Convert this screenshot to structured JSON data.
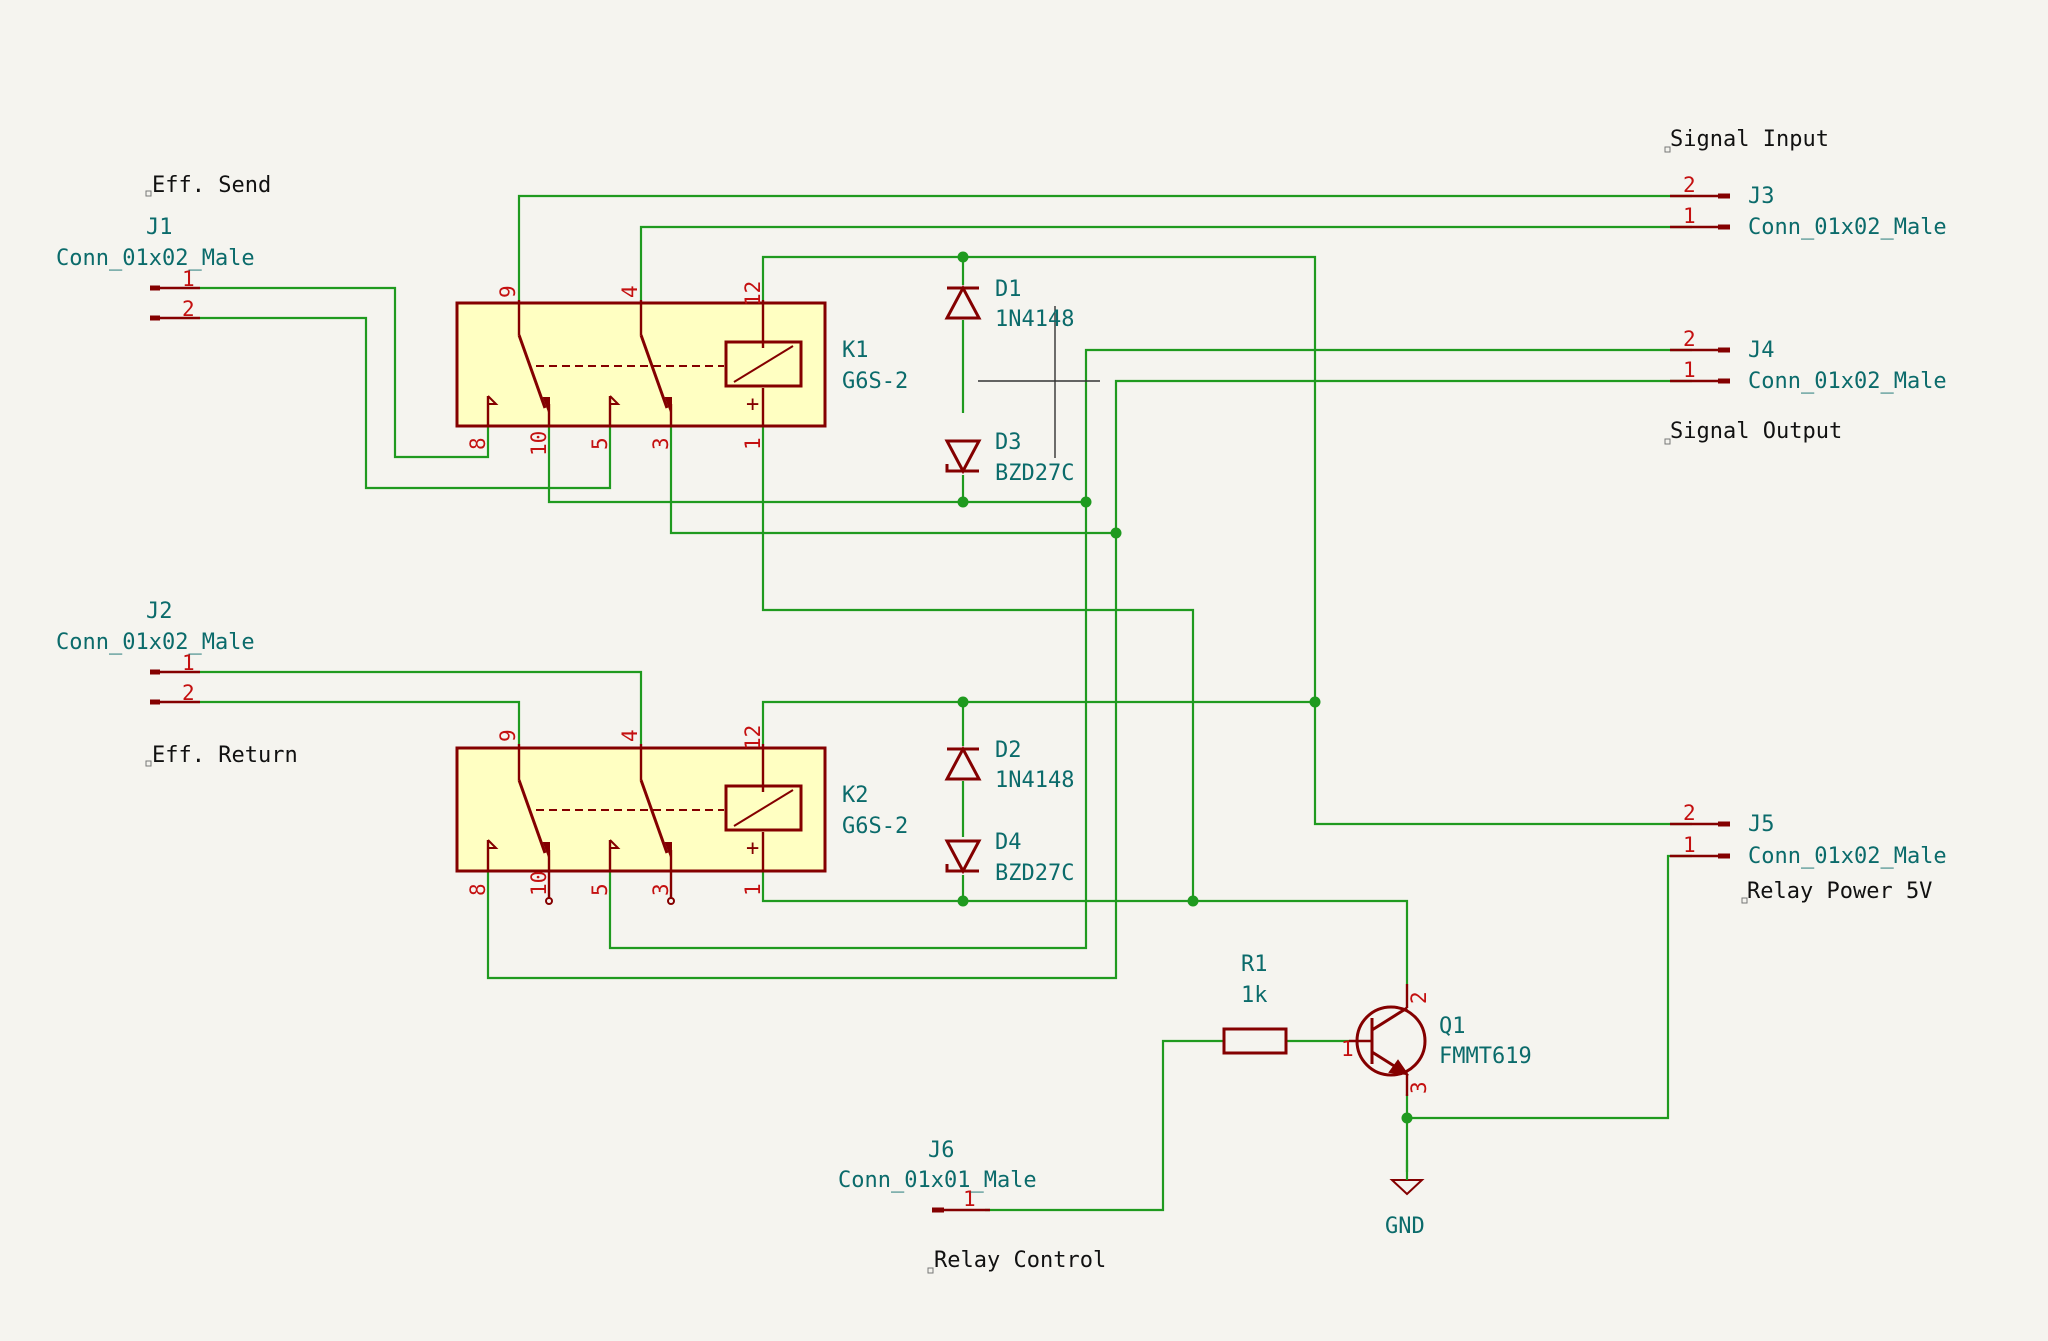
{
  "labels": {
    "eff_send": "Eff. Send",
    "eff_return": "Eff. Return",
    "signal_input": "Signal Input",
    "signal_output": "Signal Output",
    "relay_power": "Relay Power 5V",
    "relay_control": "Relay Control"
  },
  "components": {
    "J1": {
      "ref": "J1",
      "value": "Conn_01x02_Male"
    },
    "J2": {
      "ref": "J2",
      "value": "Conn_01x02_Male"
    },
    "J3": {
      "ref": "J3",
      "value": "Conn_01x02_Male"
    },
    "J4": {
      "ref": "J4",
      "value": "Conn_01x02_Male"
    },
    "J5": {
      "ref": "J5",
      "value": "Conn_01x02_Male"
    },
    "J6": {
      "ref": "J6",
      "value": "Conn_01x01_Male"
    },
    "K1": {
      "ref": "K1",
      "value": "G6S-2"
    },
    "K2": {
      "ref": "K2",
      "value": "G6S-2"
    },
    "D1": {
      "ref": "D1",
      "value": "1N4148"
    },
    "D2": {
      "ref": "D2",
      "value": "1N4148"
    },
    "D3": {
      "ref": "D3",
      "value": "BZD27C"
    },
    "D4": {
      "ref": "D4",
      "value": "BZD27C"
    },
    "R1": {
      "ref": "R1",
      "value": "1k"
    },
    "Q1": {
      "ref": "Q1",
      "value": "FMMT619"
    },
    "GND": {
      "ref": "GND"
    }
  },
  "pins": {
    "one": "1",
    "two": "2",
    "three": "3",
    "four": "4",
    "five": "5",
    "eight": "8",
    "nine": "9",
    "ten": "10",
    "twelve": "12"
  },
  "relay_coil_polarity": "+",
  "colors": {
    "wire": "#1f9a1f",
    "symbol": "#840000",
    "symbol_fill": "#ffffc2",
    "pin_number": "#c41010",
    "reference": "#0b6b6b",
    "background": "#f5f4ef"
  }
}
